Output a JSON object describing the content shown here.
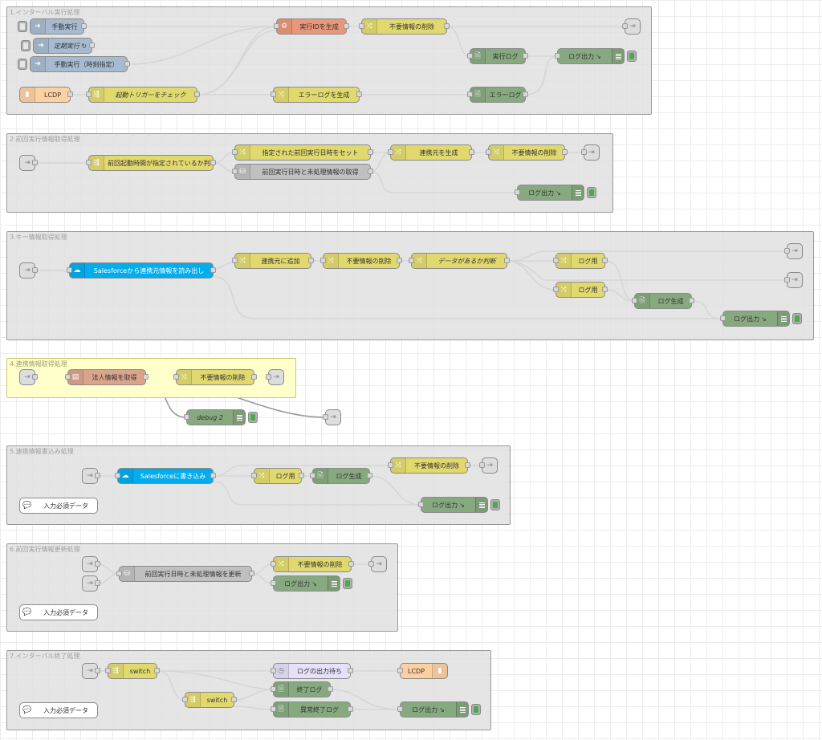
{
  "groups": [
    {
      "label": "1.インターバル実行処理"
    },
    {
      "label": "2.前回実行情報取得処理"
    },
    {
      "label": "3.キー情報取得処理"
    },
    {
      "label": "4.連携情報取得処理"
    },
    {
      "label": "5.連携情報書込み処理"
    },
    {
      "label": "6.前回実行情報更新処理"
    },
    {
      "label": "7.インターバル終了処理"
    }
  ],
  "nodes": {
    "g1_inject_manual": "手動実行",
    "g1_inject_periodic": "定期実行 ↻",
    "g1_inject_timed": "手動実行（時刻指定）",
    "g1_lcdp": "LCDP",
    "g1_check_trigger": "起動トリガーをチェック",
    "g1_gen_id": "実行IDを生成",
    "g1_delete_unneeded": "不要情報の削除",
    "g1_exec_log": "実行ログ",
    "g1_log_output": "ログ出力",
    "g1_gen_error": "エラーログを生成",
    "g1_error_log": "エラーログ",
    "g2_judge": "前回起動時間が指定されているか判断",
    "g2_set_specified": "指定された前回実行日時をセット",
    "g2_get_prev": "前回実行日時と未処理情報の取得",
    "g2_gen_source": "連携元を生成",
    "g2_delete_unneeded": "不要情報の削除",
    "g2_log_output": "ログ出力",
    "g3_sf_read": "Salesforceから連携元情報を読み出し",
    "g3_add_source": "連携元に追加",
    "g3_delete_unneeded": "不要情報の削除",
    "g3_data_check": "データがあるか判断",
    "g3_for_log1": "ログ用",
    "g3_for_log2": "ログ用",
    "g3_gen_log": "ログ生成",
    "g3_log_output": "ログ出力",
    "g4_get_corp": "法人情報を取得",
    "g4_delete_unneeded": "不要情報の削除",
    "g4_debug": "debug 2",
    "g5_sf_write": "Salesforceに書き込み",
    "g5_for_log": "ログ用",
    "g5_gen_log": "ログ生成",
    "g5_delete_unneeded": "不要情報の削除",
    "g5_log_output": "ログ出力",
    "g5_comment": "入力必須データ",
    "g6_update_prev": "前回実行日時と未処理情報を更新",
    "g6_delete_unneeded": "不要情報の削除",
    "g6_log_output": "ログ出力",
    "g6_comment": "入力必須データ",
    "g7_switch1": "switch",
    "g7_switch2": "switch",
    "g7_wait_log": "ログの出力待ち",
    "g7_lcdp": "LCDP",
    "g7_end_log": "終了ログ",
    "g7_abnormal_end_log": "異常終了ログ",
    "g7_log_output": "ログ出力",
    "g7_comment": "入力必須データ"
  },
  "icons": {
    "inject": "arrow-right-icon",
    "function": "function-icon",
    "change": "shuffle-icon",
    "debug": "list-icon",
    "template": "document-icon",
    "link": "link-icon",
    "catch": "gear-icon",
    "salesforce": "cloud-icon",
    "database": "database-icon",
    "delay": "clock-icon",
    "comment": "speech-bubble-icon"
  }
}
